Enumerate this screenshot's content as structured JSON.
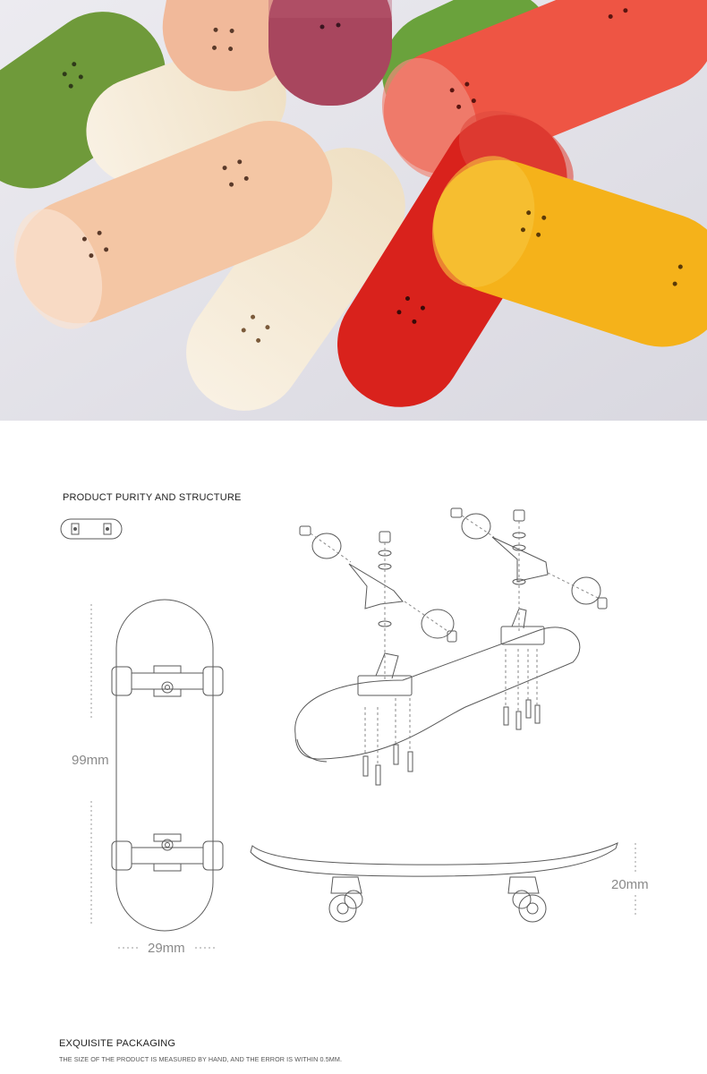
{
  "structure": {
    "heading": "PRODUCT PURITY AND STRUCTURE"
  },
  "dimensions": {
    "length": "99mm",
    "width": "29mm",
    "height": "20mm"
  },
  "packaging": {
    "heading": "EXQUISITE PACKAGING",
    "note": "THE SIZE OF THE PRODUCT IS MEASURED BY HAND, AND THE ERROR IS WITHIN 0.5MM."
  },
  "colors": {
    "deck_green": "#6f9a3a",
    "deck_peach": "#f4c6a4",
    "deck_rose": "#a8465e",
    "deck_coral": "#ee5544",
    "deck_red": "#d9221c",
    "deck_yellow": "#f5b21a",
    "deck_natural": "#f3e6cf",
    "line_art": "#5a5a5a"
  }
}
